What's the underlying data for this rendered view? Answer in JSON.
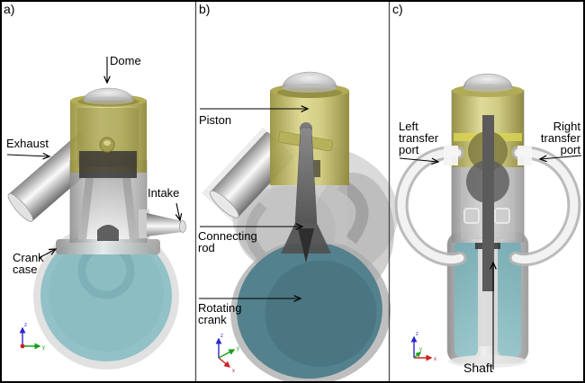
{
  "panels": [
    {
      "label": "a)",
      "annotations": [
        {
          "name": "dome",
          "text": "Dome"
        },
        {
          "name": "exhaust",
          "text": "Exhaust"
        },
        {
          "name": "intake",
          "text": "Intake"
        },
        {
          "name": "crank-case",
          "text": "Crank case"
        }
      ]
    },
    {
      "label": "b)",
      "annotations": [
        {
          "name": "piston",
          "text": "Piston"
        },
        {
          "name": "connecting-rod",
          "text": "Connecting rod"
        },
        {
          "name": "rotating-crank",
          "text": "Rotating crank"
        }
      ]
    },
    {
      "label": "c)",
      "annotations": [
        {
          "name": "left-transfer-port",
          "text": "Left transfer port"
        },
        {
          "name": "right-transfer-port",
          "text": "Right transfer port"
        },
        {
          "name": "shaft",
          "text": "Shaft"
        }
      ]
    }
  ],
  "axis_triad": {
    "x_label": "x",
    "y_label": "y",
    "z_label": "z",
    "x_color": "#cc2020",
    "y_color": "#18a018",
    "z_color": "#2828c8"
  },
  "colors": {
    "cylinder_yellow": "#d8d382",
    "dome_gray": "#c2c2c2",
    "crankcase_teal_light": "#8fc0c6",
    "crank_teal_dark": "#4f7f8b",
    "metal_gray": "#c9c9c9",
    "border_black": "#000000",
    "background": "#ffffff"
  }
}
